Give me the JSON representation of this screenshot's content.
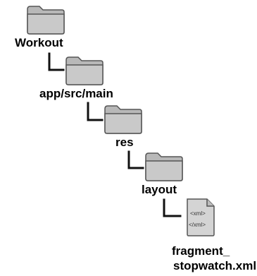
{
  "tree": {
    "root": {
      "name": "Workout"
    },
    "level1": {
      "name": "app/src/main"
    },
    "level2": {
      "name": "res"
    },
    "level3": {
      "name": "layout"
    },
    "file": {
      "name_line1": "fragment_",
      "name_line2": "stopwatch.xml",
      "icon_line1": "<xml>",
      "icon_line2": "</xml>"
    }
  }
}
